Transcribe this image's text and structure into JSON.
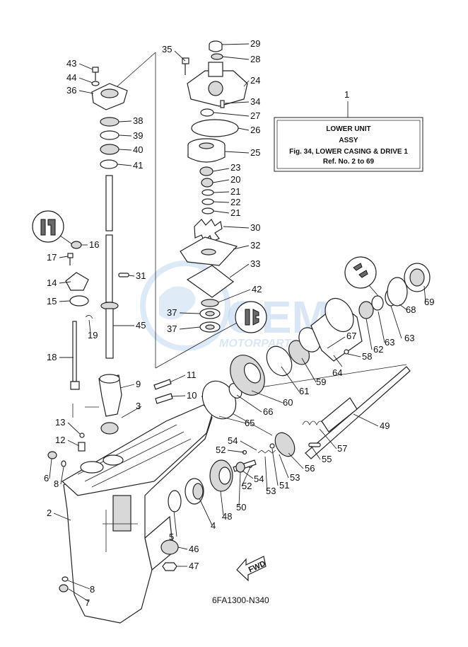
{
  "info_box": {
    "ref_number": "1",
    "line1": "LOWER UNIT",
    "line2": "ASSY",
    "line3": "Fig. 34, LOWER CASING & DRIVE 1",
    "line4": "Ref. No. 2 to 69"
  },
  "watermark": {
    "brand": "GEM",
    "sub": "MOTORPARTS"
  },
  "fwd_arrow_label": "FWD",
  "diagram_code": "6FA1300-N340",
  "part_labels": [
    "2",
    "3",
    "4",
    "5",
    "6",
    "7",
    "8",
    "8",
    "9",
    "10",
    "11",
    "12",
    "13",
    "14",
    "15",
    "16",
    "17",
    "18",
    "19",
    "20",
    "21",
    "21",
    "22",
    "23",
    "24",
    "25",
    "26",
    "27",
    "28",
    "29",
    "30",
    "31",
    "32",
    "33",
    "34",
    "35",
    "36",
    "37",
    "37",
    "38",
    "39",
    "40",
    "41",
    "42",
    "43",
    "44",
    "45",
    "46",
    "47",
    "48",
    "49",
    "50",
    "51",
    "52",
    "52",
    "53",
    "53",
    "54",
    "54",
    "55",
    "56",
    "57",
    "58",
    "59",
    "60",
    "61",
    "62",
    "63",
    "63",
    "64",
    "65",
    "66",
    "67",
    "68",
    "69"
  ],
  "colors": {
    "line": "#222222",
    "shade": "#d8d8d8",
    "watermark": "#b9d3ee"
  }
}
